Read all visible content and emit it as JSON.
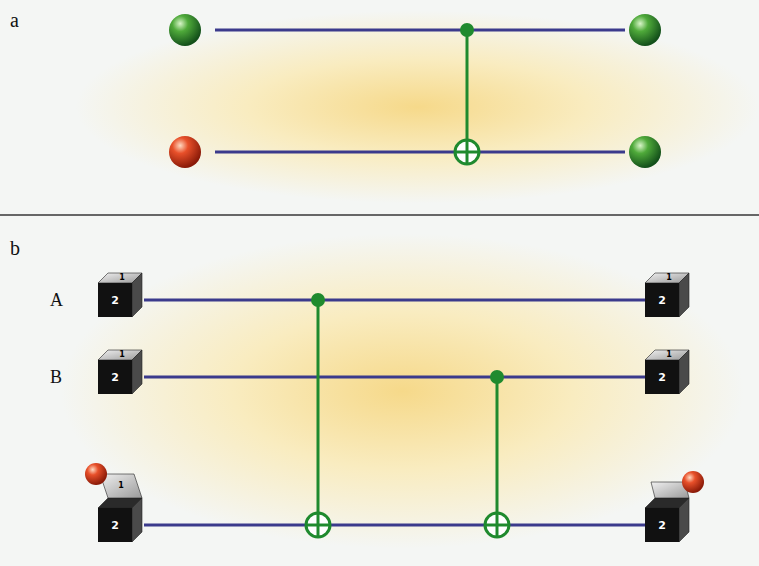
{
  "diagram": {
    "nodes": [
      {
        "text": [
          "1",
          "2"
        ]
      },
      {
        "text": [
          "1",
          "2"
        ]
      },
      {
        "text": [
          "1",
          "2"
        ]
      },
      {
        "text": [
          "1",
          "2"
        ]
      },
      {
        "text": [
          "1",
          "2"
        ]
      },
      {
        "text": [
          "2"
        ]
      }
    ],
    "edges": [
      {
        "from": 0,
        "to": 3,
        "arrow": "none"
      },
      {
        "from": 1,
        "to": 4,
        "arrow": "none"
      },
      {
        "from": 2,
        "to": 5,
        "arrow": "none"
      }
    ],
    "labels": [
      "a",
      "b",
      "A",
      "B"
    ]
  }
}
